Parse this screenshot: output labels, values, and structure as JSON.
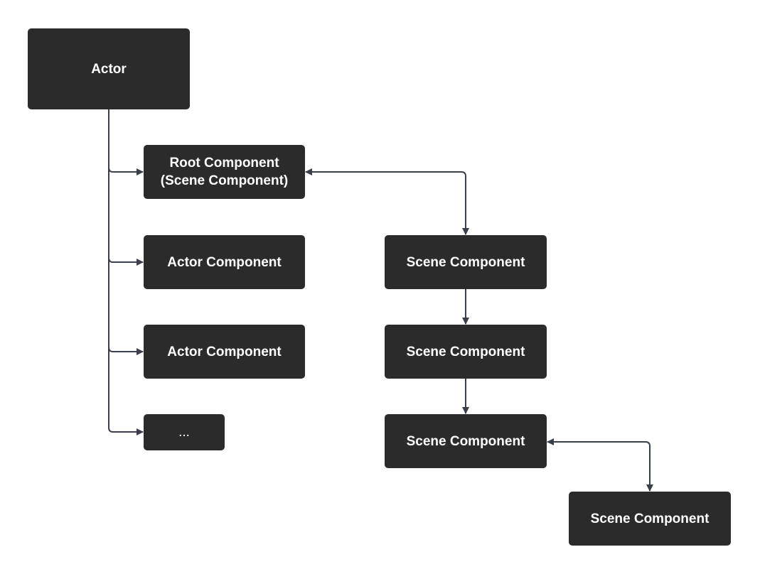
{
  "diagram": {
    "colors": {
      "node_fill": "#2b2b2b",
      "node_text": "#ffffff",
      "connector": "#3a3f4b",
      "background": "#ffffff"
    },
    "nodes": {
      "actor": "Actor",
      "root_component": "Root Component\n(Scene Component)",
      "actor_component_1": "Actor Component",
      "actor_component_2": "Actor Component",
      "more": "...",
      "scene_component_1": "Scene Component",
      "scene_component_2": "Scene Component",
      "scene_component_3": "Scene Component",
      "scene_component_4": "Scene Component"
    },
    "edges": [
      {
        "from": "actor",
        "to": "root_component",
        "kind": "arrow"
      },
      {
        "from": "actor",
        "to": "actor_component_1",
        "kind": "arrow"
      },
      {
        "from": "actor",
        "to": "actor_component_2",
        "kind": "arrow"
      },
      {
        "from": "actor",
        "to": "more",
        "kind": "arrow"
      },
      {
        "from": "root_component",
        "to": "scene_component_1",
        "kind": "bidirectional"
      },
      {
        "from": "scene_component_1",
        "to": "scene_component_2",
        "kind": "arrow"
      },
      {
        "from": "scene_component_2",
        "to": "scene_component_3",
        "kind": "arrow"
      },
      {
        "from": "scene_component_3",
        "to": "scene_component_4",
        "kind": "bidirectional"
      }
    ]
  }
}
